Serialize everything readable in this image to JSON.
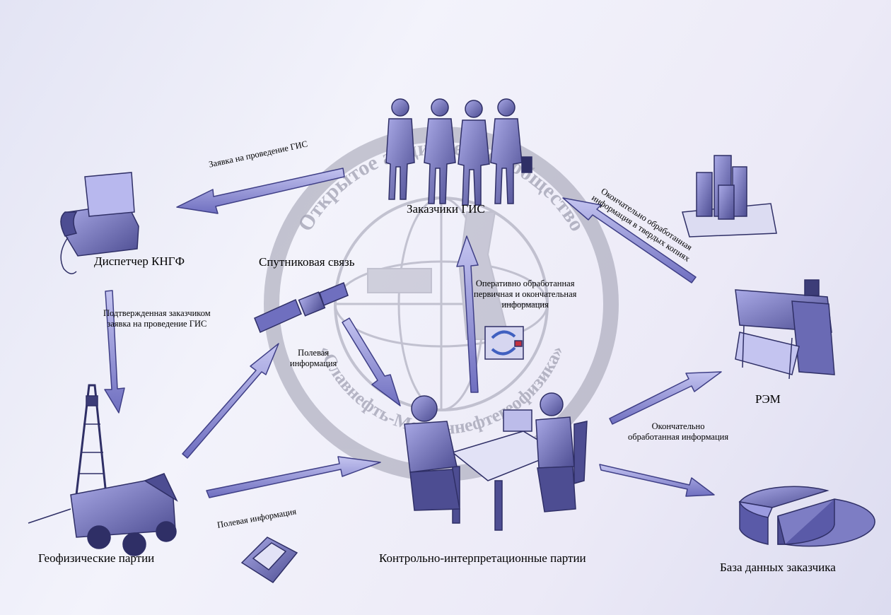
{
  "nodes": {
    "customers": "Заказчики ГИС",
    "dispatcher": "Диспетчер КНГФ",
    "satellite": "Спутниковая связь",
    "geophysical": "Геофизические партии",
    "control": "Контрольно-интерпретационные партии",
    "rem": "РЭМ",
    "database": "База данных заказчика"
  },
  "edges": {
    "request": "Заявка на проведение ГИС",
    "confirmed_line1": "Подтвержденная заказчиком",
    "confirmed_line2": "заявка на проведение ГИС",
    "field_info_1_line1": "Полевая",
    "field_info_1_line2": "информация",
    "field_info_2": "Полевая информация",
    "operative_line1": "Оперативно обработанная",
    "operative_line2": "первичная и окончательная",
    "operative_line3": "информация",
    "final_hard_line1": "Окончательно обработанная",
    "final_hard_line2": "информация в твердых копиях",
    "final_line1": "Окончательно",
    "final_line2": "обработанная информация"
  },
  "watermark": {
    "top": "Открытое акционерное общество",
    "bottom": "«Славнефть-Мегионнефтегеофизика»"
  },
  "colors": {
    "arrow_fill": "#8f8fd8",
    "arrow_stroke": "#3f3f86",
    "figure_fill": "#7d7dc4",
    "figure_dark": "#3d3d78",
    "watermark": "#9c9cae"
  }
}
